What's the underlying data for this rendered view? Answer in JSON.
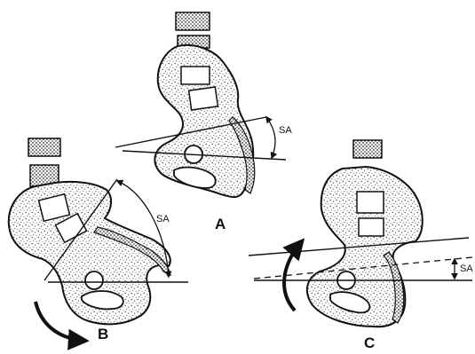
{
  "panels": [
    {
      "id": "A",
      "label": "A",
      "angle_label": "SA"
    },
    {
      "id": "B",
      "label": "B",
      "angle_label": "SA"
    },
    {
      "id": "C",
      "label": "C",
      "angle_label": "SA"
    }
  ],
  "colors": {
    "ink": "#111111",
    "stipple": "#444444",
    "background": "#ffffff"
  },
  "icons": [
    "curved-arrow-icon"
  ]
}
